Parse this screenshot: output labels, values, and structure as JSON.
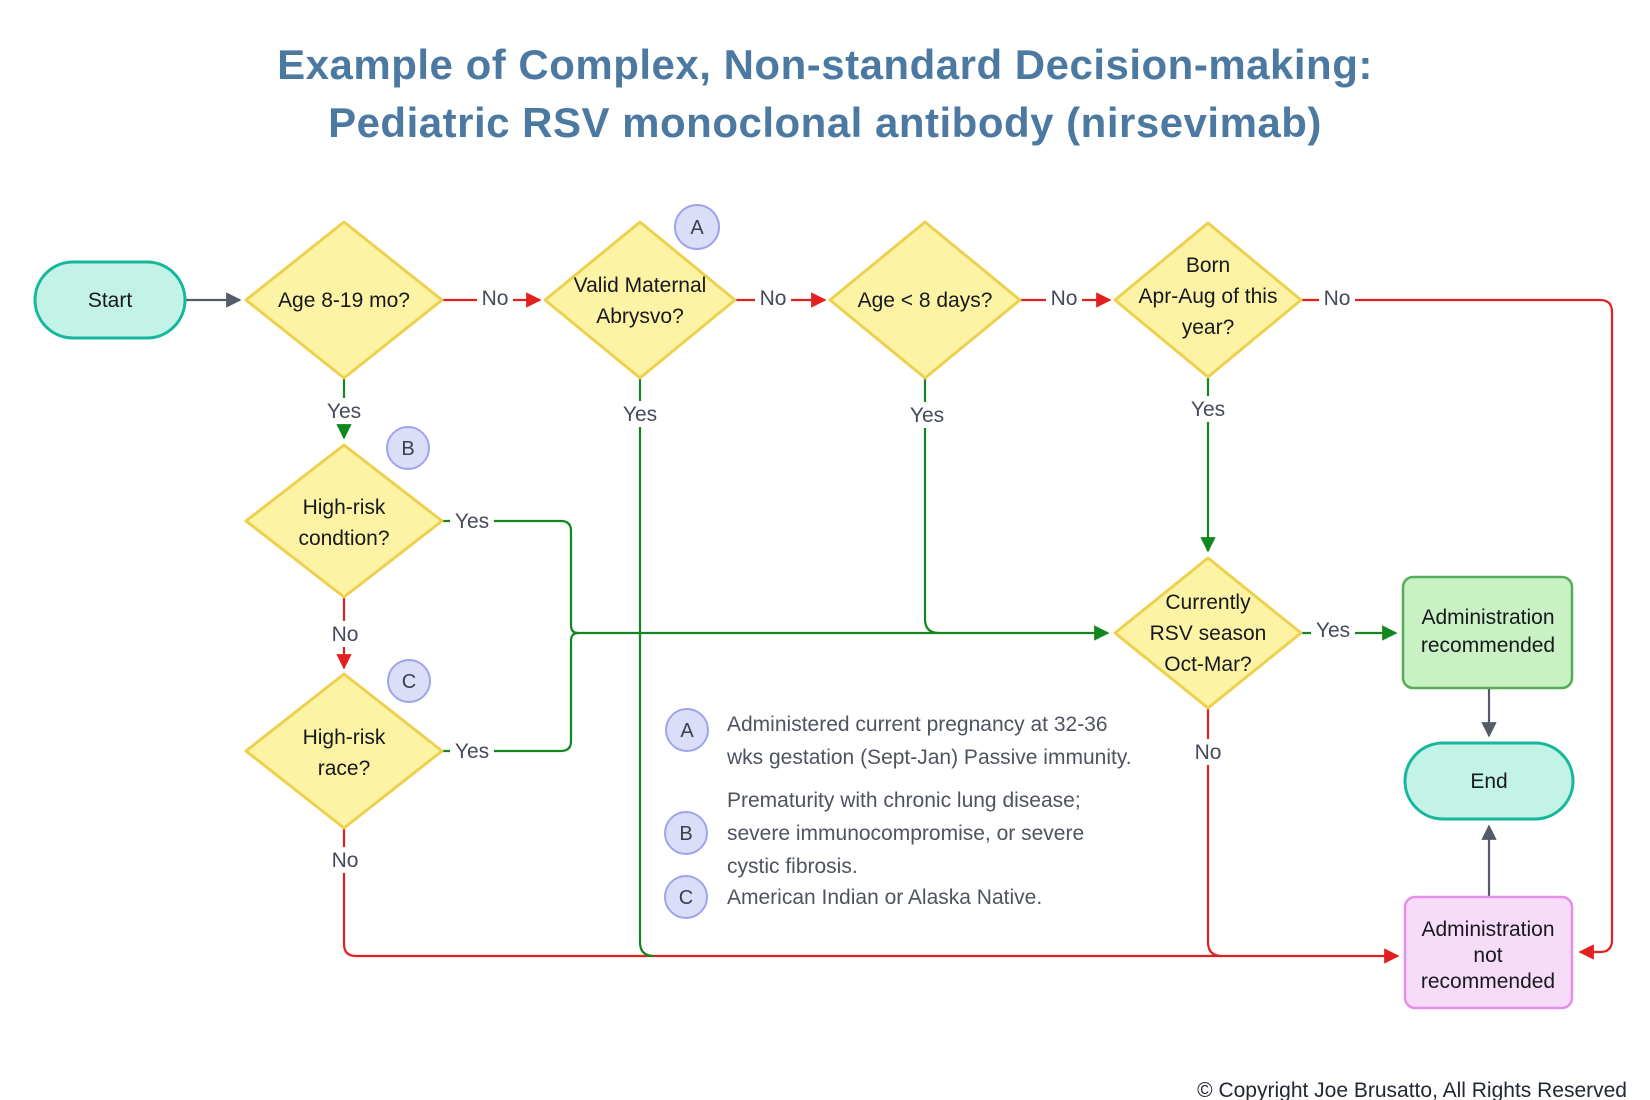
{
  "title": {
    "line1": "Example of Complex, Non-standard Decision-making:",
    "line2": "Pediatric RSV monoclonal antibody (nirsevimab)"
  },
  "nodes": {
    "start": {
      "label": "Start"
    },
    "age": {
      "label": "Age 8-19 mo?"
    },
    "abrysvo": {
      "line1": "Valid Maternal",
      "line2": "Abrysvo?",
      "badge": "A"
    },
    "age8": {
      "label": "Age < 8 days?"
    },
    "born": {
      "line1": "Born",
      "line2": "Apr-Aug of this",
      "line3": "year?"
    },
    "condition": {
      "line1": "High-risk",
      "line2": "condtion?",
      "badge": "B"
    },
    "race": {
      "line1": "High-risk",
      "line2": "race?",
      "badge": "C"
    },
    "season": {
      "line1": "Currently",
      "line2": "RSV season",
      "line3": "Oct-Mar?"
    },
    "recommended": {
      "line1": "Administration",
      "line2": "recommended"
    },
    "end": {
      "label": "End"
    },
    "not_recommended": {
      "line1": "Administration",
      "line2": "not",
      "line3": "recommended"
    }
  },
  "edge_labels": {
    "age_no": "No",
    "age_yes": "Yes",
    "abrysvo_no": "No",
    "abrysvo_yes": "Yes",
    "age8_no": "No",
    "age8_yes": "Yes",
    "born_no": "No",
    "born_yes": "Yes",
    "condition_no": "No",
    "condition_yes": "Yes",
    "race_no": "No",
    "race_yes": "Yes",
    "season_no": "No",
    "season_yes": "Yes"
  },
  "legend": {
    "a": {
      "badge": "A",
      "line1": "Administered current pregnancy at 32-36",
      "line2": "wks gestation (Sept-Jan)  Passive immunity."
    },
    "b": {
      "badge": "B",
      "line1": "Prematurity with chronic lung disease;",
      "line2": "severe immunocompromise, or severe",
      "line3": "cystic fibrosis."
    },
    "c": {
      "badge": "C",
      "line1": "American Indian or Alaska Native."
    }
  },
  "footer": {
    "copyright": "© Copyright Joe Brusatto, All Rights Reserved"
  },
  "colors": {
    "title": "#4c79a2",
    "diamond_fill": "#fcf3a4",
    "diamond_border": "#edd14e",
    "pill_fill": "#c2f3e6",
    "pill_border": "#16b79c",
    "recommended_fill": "#c9f1c4",
    "recommended_border": "#55ad57",
    "not_recommended_fill": "#f7dcf9",
    "not_recommended_border": "#e48fe9",
    "badge_fill": "#dcdef9",
    "badge_border": "#9fa3ea",
    "edge_gray": "#545b69",
    "edge_red": "#e32020",
    "edge_green": "#12871f"
  }
}
